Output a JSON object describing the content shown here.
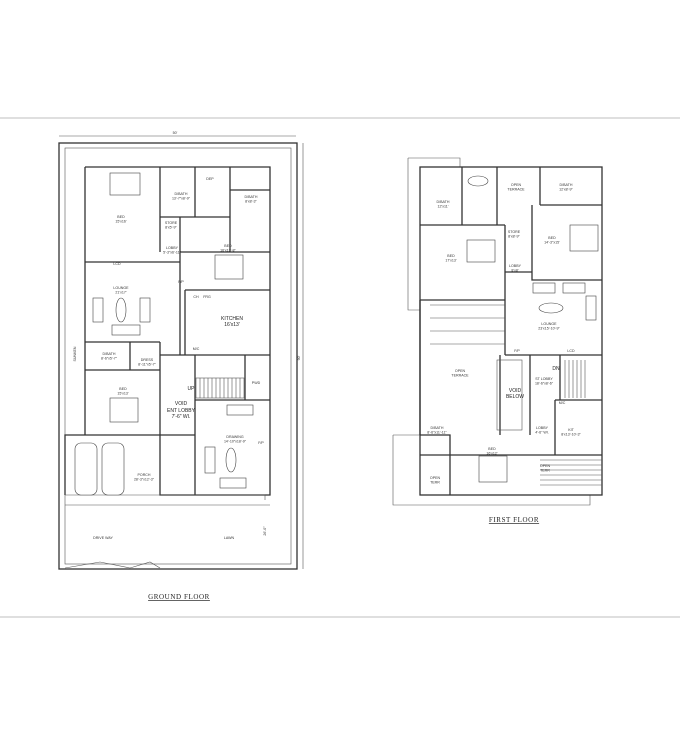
{
  "ground_floor": {
    "title": "GROUND FLOOR",
    "dim_width": "50'",
    "dim_depth": "90'",
    "dim_lawn": "26'-0\"",
    "rooms": [
      {
        "name": "BED",
        "size": "15'x16'"
      },
      {
        "name": "D/BATH",
        "size": "13'-7\"x8'-9\""
      },
      {
        "name": "DEP",
        "size": ""
      },
      {
        "name": "D/BATH",
        "size": "8'x8'-3\""
      },
      {
        "name": "STORE",
        "size": "8'x5'-9\""
      },
      {
        "name": "LOBBY",
        "size": "5'-3\"x6'-11\""
      },
      {
        "name": "BED",
        "size": "16'x13'-8\""
      },
      {
        "name": "LCD",
        "size": ""
      },
      {
        "name": "LOUNGE",
        "size": "21'x17'"
      },
      {
        "name": "F/P",
        "size": ""
      },
      {
        "name": "CH",
        "size": ""
      },
      {
        "name": "FRG",
        "size": ""
      },
      {
        "name": "KITCHEN",
        "size": "16'x13'"
      },
      {
        "name": "SUNKEN",
        "size": ""
      },
      {
        "name": "D/BATH",
        "size": "8'-6\"x5'-7\""
      },
      {
        "name": "DRESS",
        "size": "8'-11\"x5'-7\""
      },
      {
        "name": "M/C",
        "size": ""
      },
      {
        "name": "UP",
        "size": ""
      },
      {
        "name": "BED",
        "size": "15'x13'"
      },
      {
        "name": "VOID",
        "size": ""
      },
      {
        "name": "ENT LOBBY",
        "size": "7'-6\" WI."
      },
      {
        "name": "PWD",
        "size": ""
      },
      {
        "name": "DRAWING",
        "size": "14'-10\"x18'-9\""
      },
      {
        "name": "F/P",
        "size": ""
      },
      {
        "name": "PORCH",
        "size": "28'-3\"x12'-3\""
      },
      {
        "name": "DRIVE WAY",
        "size": ""
      },
      {
        "name": "LAWN",
        "size": ""
      }
    ]
  },
  "first_floor": {
    "title": "FIRST FLOOR",
    "rooms": [
      {
        "name": "D/BATH",
        "size": "12'x11'"
      },
      {
        "name": "OPEN",
        "size": "TERRACE"
      },
      {
        "name": "D/BATH",
        "size": "12'x8'-9\""
      },
      {
        "name": "STORE",
        "size": "8'x8'-9\""
      },
      {
        "name": "BED",
        "size": "17'x13'"
      },
      {
        "name": "BED",
        "size": "14'-3\"x15'"
      },
      {
        "name": "LOBBY",
        "size": "8'x8'"
      },
      {
        "name": "LOUNGE",
        "size": "23'x15'-10'-9\""
      },
      {
        "name": "F/P",
        "size": ""
      },
      {
        "name": "LCD",
        "size": ""
      },
      {
        "name": "DN",
        "size": ""
      },
      {
        "name": "ST LOBBY",
        "size": "18'-6\"x8'-6\""
      },
      {
        "name": "OPEN",
        "size": "TERRACE"
      },
      {
        "name": "VOID",
        "size": "BELOW"
      },
      {
        "name": "M/C",
        "size": ""
      },
      {
        "name": "D/BATH",
        "size": "8'-6\"x11'-11\""
      },
      {
        "name": "LOBBY",
        "size": "4'-6\" WI."
      },
      {
        "name": "KIT",
        "size": "8'x13'-10'-3\""
      },
      {
        "name": "BED",
        "size": "16'x12'"
      },
      {
        "name": "OPEN",
        "size": "TERR"
      },
      {
        "name": "OPEN",
        "size": "TERR"
      }
    ]
  }
}
